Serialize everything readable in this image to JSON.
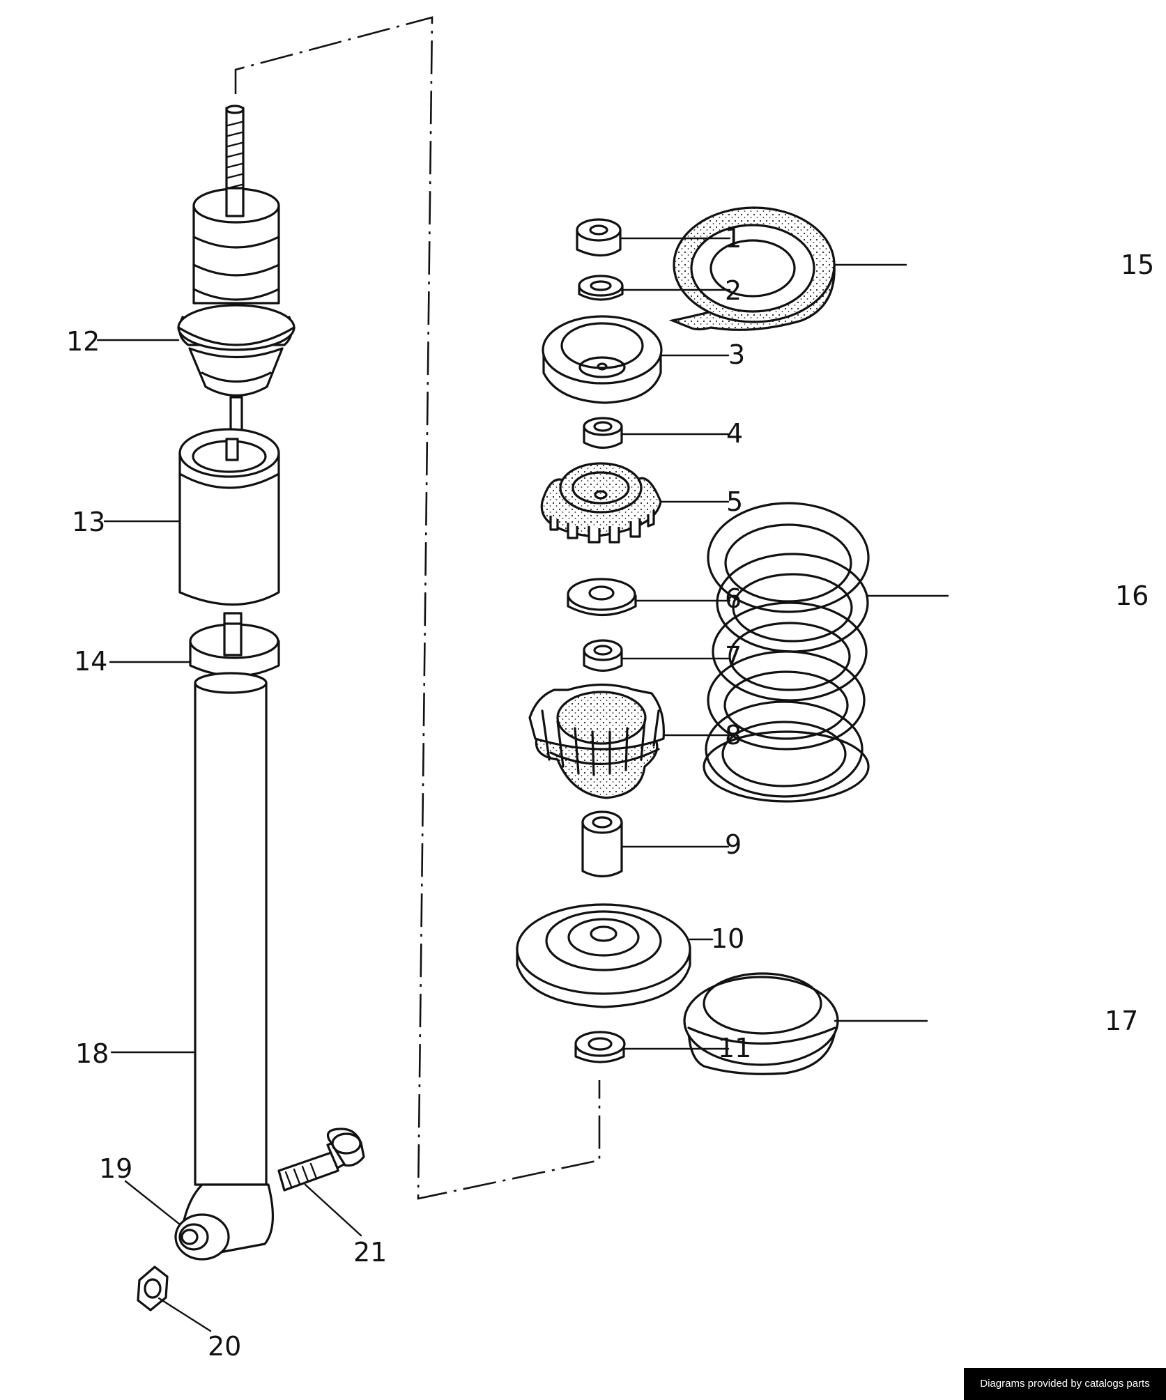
{
  "labels": {
    "l1": "1",
    "l2": "2",
    "l3": "3",
    "l4": "4",
    "l5": "5",
    "l6": "6",
    "l7": "7",
    "l8": "8",
    "l9": "9",
    "l10": "10",
    "l11": "11",
    "l12": "12",
    "l13": "13",
    "l14": "14",
    "l15": "15",
    "l16": "16",
    "l17": "17",
    "l18": "18",
    "l19": "19",
    "l20": "20",
    "l21": "21"
  },
  "credit": "Diagrams provided by catalogs parts"
}
